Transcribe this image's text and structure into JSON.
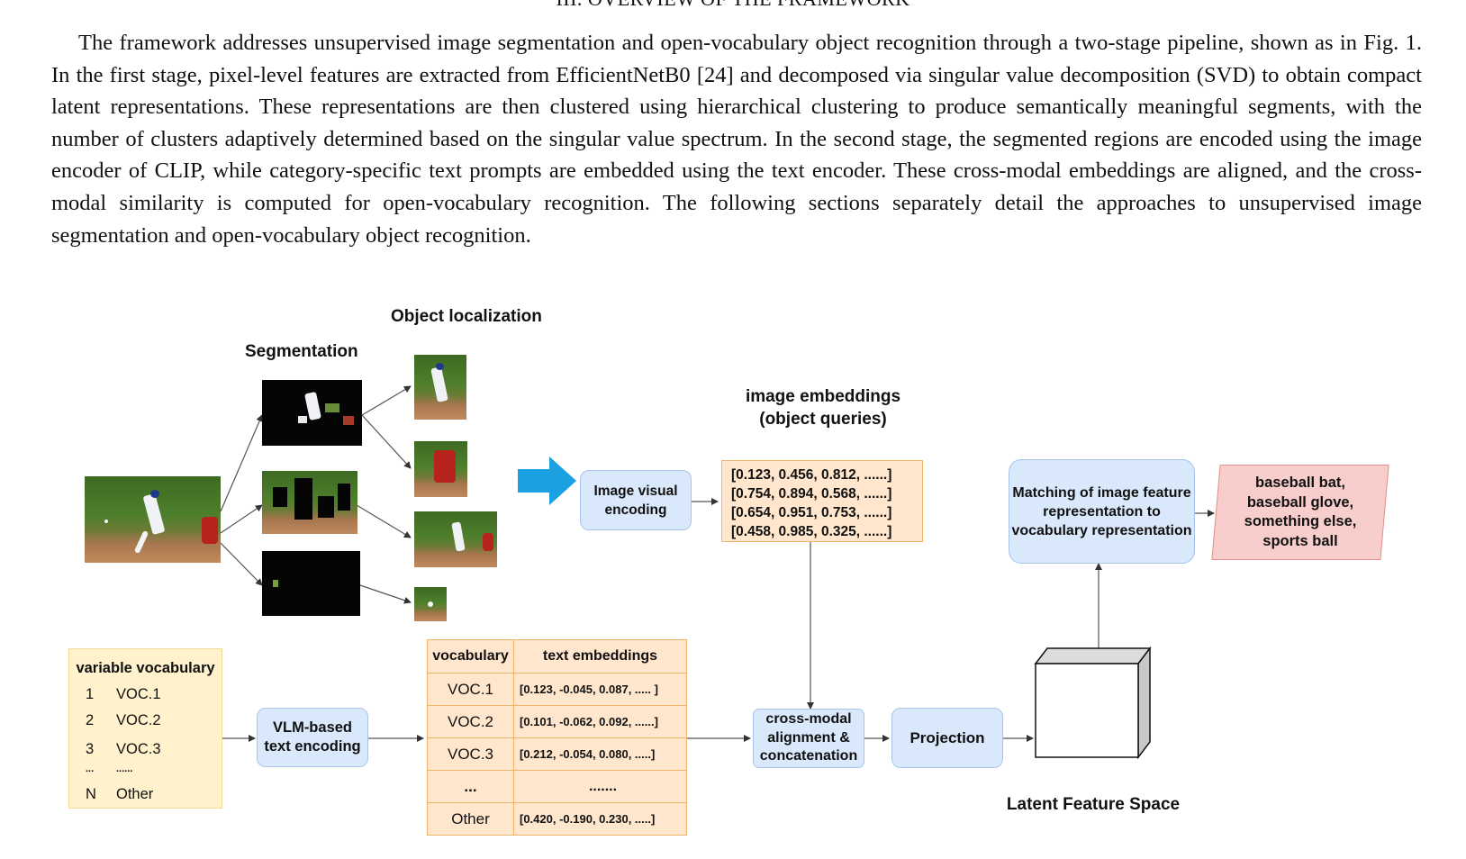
{
  "section_heading": "III. OVERVIEW OF THE FRAMEWORK",
  "body_paragraph": "The framework addresses unsupervised image segmentation and open-vocabulary object recognition through a two-stage pipeline, shown as in Fig. 1. In the first stage, pixel-level features are extracted from EfficientNetB0 [24] and decomposed via singular value decomposition (SVD) to obtain compact latent representations. These representations are then clustered using hierarchical clustering to produce semantically meaningful segments, with the number of clusters adaptively determined based on the singular value spectrum. In the second stage, the segmented regions are encoded using the image encoder of CLIP, while category-specific text prompts are embedded using the text encoder. These cross-modal embeddings are aligned, and the cross-modal similarity is computed for open-vocabulary recognition. The following sections separately detail the approaches to unsupervised image segmentation and open-vocabulary object recognition.",
  "figure": {
    "object_localization_label": "Object localization",
    "segmentation_label": "Segmentation",
    "image_visual_encoding": "Image visual encoding",
    "image_embeddings_title": "image embeddings",
    "image_embeddings_subtitle": "(object queries)",
    "image_embeddings": [
      "[0.123, 0.456, 0.812, ......]",
      "[0.754, 0.894, 0.568, ......]",
      "[0.654, 0.951, 0.753, ......]",
      "[0.458, 0.985, 0.325, ......]"
    ],
    "matching_box": "Matching of image feature representation to vocabulary representation",
    "result_labels": "baseball bat, baseball glove, something else, sports ball",
    "variable_vocabulary": {
      "title": "variable vocabulary",
      "rows": [
        {
          "n": "1",
          "v": "VOC.1"
        },
        {
          "n": "2",
          "v": "VOC.2"
        },
        {
          "n": "3",
          "v": "VOC.3"
        },
        {
          "n": "...",
          "v": "......"
        },
        {
          "n": "N",
          "v": "Other"
        }
      ]
    },
    "vlm_text_encoding": "VLM-based text encoding",
    "text_table": {
      "headers": [
        "vocabulary",
        "text embeddings"
      ],
      "rows": [
        {
          "voc": "VOC.1",
          "emb": "[0.123, -0.045, 0.087, ..... ]"
        },
        {
          "voc": "VOC.2",
          "emb": "[0.101, -0.062, 0.092, ......]"
        },
        {
          "voc": "VOC.3",
          "emb": "[0.212, -0.054, 0.080, .....]"
        },
        {
          "voc": "...",
          "emb": "......."
        },
        {
          "voc": "Other",
          "emb": "[0.420, -0.190, 0.230, .....]"
        }
      ]
    },
    "cross_modal": "cross-modal alignment & concatenation",
    "projection": "Projection",
    "latent_feature_space": "Latent Feature Space",
    "colors": {
      "blue_fill": "#dae8fc",
      "orange_fill": "#ffe6cc",
      "yellow_fill": "#fff2cc",
      "red_fill": "#f8cecc",
      "arrow_blue": "#1ba1e2"
    }
  }
}
